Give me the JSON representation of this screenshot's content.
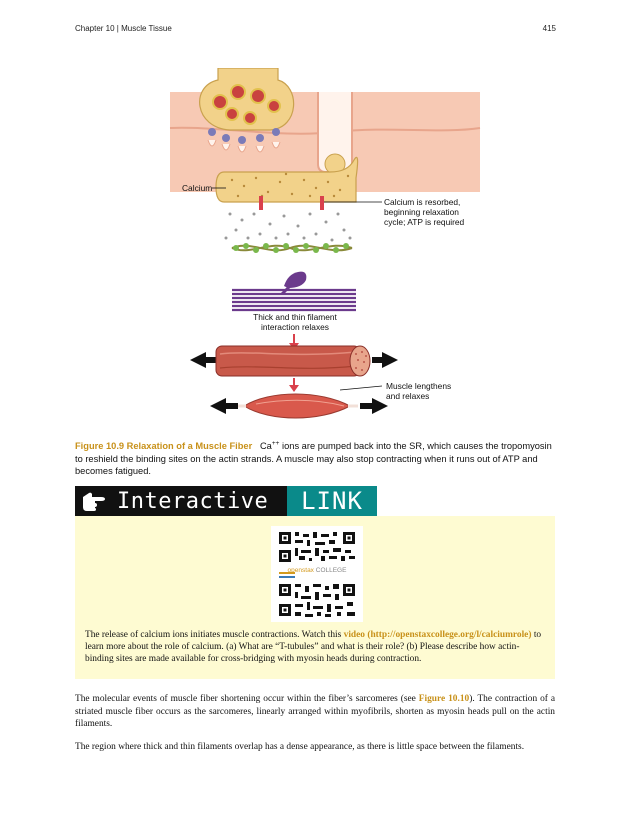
{
  "header": {
    "chapter": "Chapter 10 | Muscle Tissue",
    "page_number": "415"
  },
  "figure": {
    "label_calcium": "Calcium",
    "label_resorbed": "Calcium is resorbed, beginning relaxation cycle; ATP is required",
    "label_resorbed_lines": [
      "Calcium is resorbed,",
      "beginning relaxation",
      "cycle; ATP is required"
    ],
    "label_interaction_lines": [
      "Thick and thin filament",
      "interaction relaxes"
    ],
    "label_lengthens_lines": [
      "Muscle lengthens",
      "and relaxes"
    ],
    "colors": {
      "membrane": "#f7c9b4",
      "sarcoplasmic_reticulum": "#f2d28a",
      "vesicle": "#e2c14d",
      "channel": "#d9414c",
      "actin": "#7ab84c",
      "myosin": "#6b3a8c",
      "fiber": "#c8594a",
      "arrow_red": "#d9414c"
    }
  },
  "caption": {
    "title": "Figure 10.9 Relaxation of a Muscle Fiber",
    "ion": "Ca",
    "ion_charge": "++",
    "text": " ions are pumped back into the SR, which causes the tropomyosin to reshield the binding sites on the actin strands. A muscle may also stop contracting when it runs out of ATP and becomes fatigued."
  },
  "interactive_link": {
    "word1": "Interactive",
    "word2": "LINK",
    "qr_brand_strong": "openstax",
    "qr_brand_rest": " COLLEGE",
    "text_before": "The release of calcium ions initiates muscle contractions. Watch this ",
    "link_text": "video (http://openstaxcollege.org/l/calciumrole)",
    "text_after": " to learn more about the role of calcium. (a) What are “T-tubules” and what is their role? (b) Please describe how actin-binding sites are made available for cross-bridging with myosin heads during contraction."
  },
  "body": {
    "p1_before": "The molecular events of muscle fiber shortening occur within the fiber’s sarcomeres (see ",
    "p1_link": "Figure 10.10",
    "p1_after": "). The contraction of a striated muscle fiber occurs as the sarcomeres, linearly arranged within myofibrils, shorten as myosin heads pull on the actin filaments.",
    "p2": "The region where thick and thin filaments overlap has a dense appearance, as there is little space between the filaments."
  }
}
